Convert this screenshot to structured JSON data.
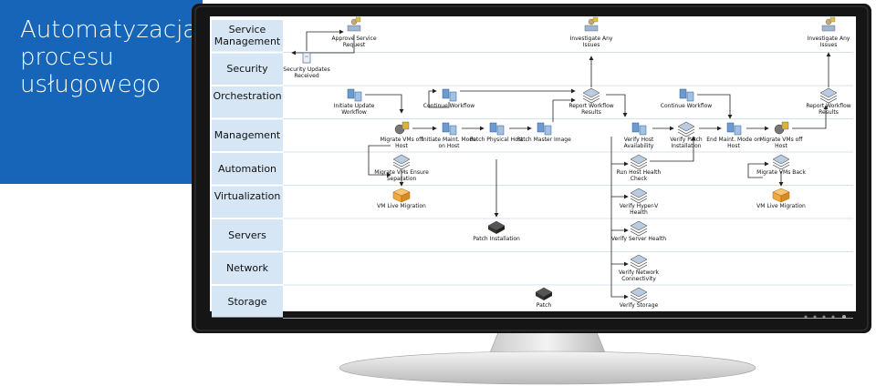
{
  "title": {
    "line1": "Automatyzacja",
    "line2": "procesu",
    "line3": "usługowego"
  },
  "lanes": [
    {
      "label": "Service Management"
    },
    {
      "label": "Security"
    },
    {
      "label": "Orchestration"
    },
    {
      "label": "Management"
    },
    {
      "label": "Automation"
    },
    {
      "label": "Virtualization"
    },
    {
      "label": "Servers"
    },
    {
      "label": "Network"
    },
    {
      "label": "Storage"
    }
  ],
  "nodes": [
    {
      "id": "security-updates",
      "label": "Security Updates Received",
      "icon": "document-icon"
    },
    {
      "id": "approve-request",
      "label": "Approve Service Request",
      "icon": "person-icon"
    },
    {
      "id": "investigate-1",
      "label": "Investigate Any Issues",
      "icon": "person-icon"
    },
    {
      "id": "investigate-2",
      "label": "Investigate Any Issues",
      "icon": "person-icon"
    },
    {
      "id": "initiate-update",
      "label": "Initiate Update Workflow",
      "icon": "workflow-icon"
    },
    {
      "id": "continue-1",
      "label": "Continue Workflow",
      "icon": "workflow-icon"
    },
    {
      "id": "report-1",
      "label": "Report Workflow Results",
      "icon": "stack-icon"
    },
    {
      "id": "continue-2",
      "label": "Continue Workflow",
      "icon": "workflow-icon"
    },
    {
      "id": "report-2",
      "label": "Report Workflow Results",
      "icon": "stack-icon"
    },
    {
      "id": "migrate-off-1",
      "label": "Migrate VMs off Host",
      "icon": "gear-icon"
    },
    {
      "id": "initiate-maint",
      "label": "Initiate Maint. Mode on Host",
      "icon": "workflow-icon"
    },
    {
      "id": "patch-physical",
      "label": "Patch Physical Host",
      "icon": "workflow-icon"
    },
    {
      "id": "patch-master",
      "label": "Patch Master Image",
      "icon": "workflow-icon"
    },
    {
      "id": "verify-host",
      "label": "Verify Host Availability",
      "icon": "workflow-icon"
    },
    {
      "id": "verify-patch",
      "label": "Verify Patch Installation",
      "icon": "stack-icon"
    },
    {
      "id": "end-maint",
      "label": "End Maint. Mode on Host",
      "icon": "workflow-icon"
    },
    {
      "id": "migrate-off-2",
      "label": "Migrate VMs off Host",
      "icon": "gear-icon"
    },
    {
      "id": "migrate-sep",
      "label": "Migrate VMs Ensure Separation",
      "icon": "stack-icon"
    },
    {
      "id": "run-health",
      "label": "Run Host Health Check",
      "icon": "stack-icon"
    },
    {
      "id": "migrate-back",
      "label": "Migrate VMs Back",
      "icon": "stack-icon"
    },
    {
      "id": "vm-live-1",
      "label": "VM Live Migration",
      "icon": "box-icon"
    },
    {
      "id": "verify-hyperv",
      "label": "Verify Hyper-V Health",
      "icon": "stack-icon"
    },
    {
      "id": "vm-live-2",
      "label": "VM Live Migration",
      "icon": "box-icon"
    },
    {
      "id": "patch-install",
      "label": "Patch Installation",
      "icon": "server-icon"
    },
    {
      "id": "verify-server",
      "label": "Verify Server Health",
      "icon": "stack-icon"
    },
    {
      "id": "verify-network",
      "label": "Verify Network Connectivity",
      "icon": "stack-icon"
    },
    {
      "id": "patch",
      "label": "Patch",
      "icon": "server-icon"
    },
    {
      "id": "verify-storage",
      "label": "Verify Storage",
      "icon": "stack-icon"
    }
  ],
  "colors": {
    "panel": "#1665b8",
    "bezel": "#151515",
    "lane": "#d6e6f5",
    "icon": "#6a9bd1",
    "box": "#f2a93b"
  }
}
